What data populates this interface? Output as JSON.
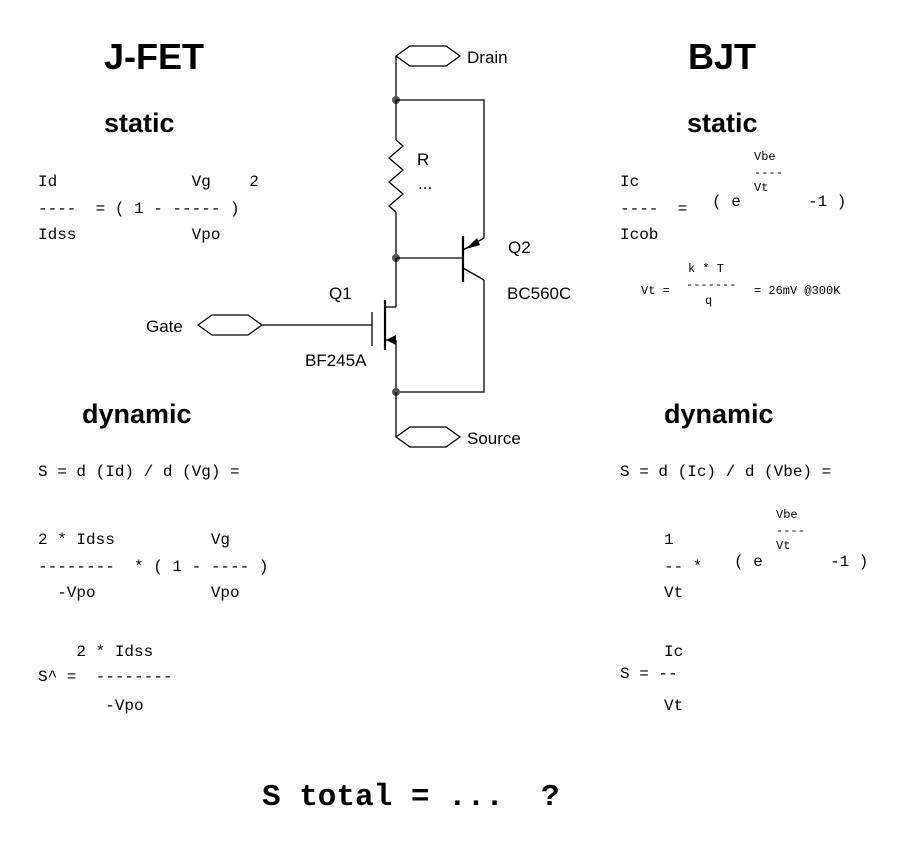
{
  "headers": {
    "jfet": "J-FET",
    "bjt": "BJT",
    "static_left": "static",
    "static_right": "static",
    "dynamic_left": "dynamic",
    "dynamic_right": "dynamic"
  },
  "circuit": {
    "drain": "Drain",
    "gate": "Gate",
    "source": "Source",
    "r": "R",
    "r_value": "...",
    "q1": "Q1",
    "q1_part": "BF245A",
    "q2": "Q2",
    "q2_part": "BC560C"
  },
  "jfet_static": {
    "line1": "Id              Vg    2",
    "line2": "----  = ( 1 - ----- )",
    "line3": "Idss            Vpo"
  },
  "bjt_static": {
    "exp_num": "Vbe",
    "exp_bar": "----",
    "exp_den": "Vt",
    "ic": "Ic",
    "bar": "----  =",
    "icob": "Icob",
    "paren_open": "( e",
    "paren_close": "-1 )",
    "vt_num": "k * T",
    "vt_bar": "-------",
    "vt_lhs": "Vt =",
    "vt_rhs": "= 26mV @300K",
    "vt_den": "q"
  },
  "jfet_dynamic": {
    "s_def": "S = d (Id) / d (Vg) =",
    "l1": "2 * Idss          Vg",
    "l2": "--------  * ( 1 - ---- )",
    "l3": "  -Vpo            Vpo",
    "s_hat_num": "    2 * Idss",
    "s_hat_bar": "S^ =  --------",
    "s_hat_den": "       -Vpo"
  },
  "bjt_dynamic": {
    "s_def": "S = d (Ic) / d (Vbe) =",
    "exp_num": "Vbe",
    "exp_bar": "----",
    "exp_den": "Vt",
    "one": "1",
    "frac_bar": "-- *",
    "paren_open": "( e",
    "paren_close": "-1 )",
    "vt": "Vt",
    "s_ic": "Ic",
    "s_bar": "S = --",
    "s_vt": "Vt"
  },
  "footer": {
    "question": "S total = ...  ?"
  }
}
